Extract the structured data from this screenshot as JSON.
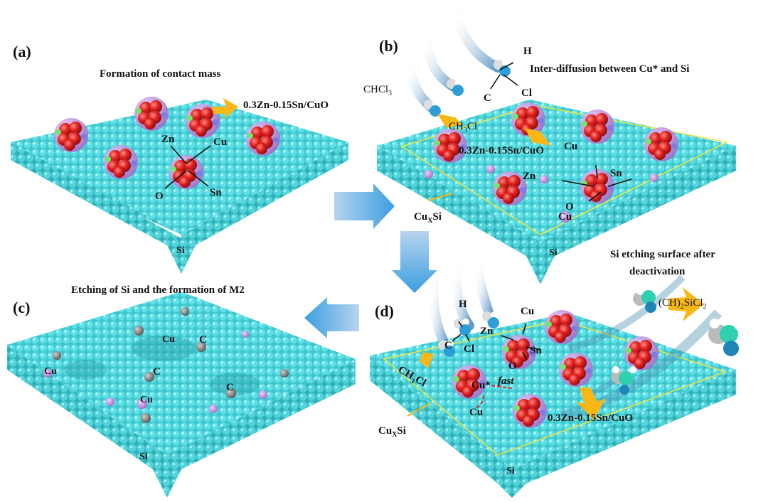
{
  "panels": {
    "a": {
      "label": "(a)",
      "title": "Formation of contact mass",
      "catalyst": "0.3Zn-0.15Sn/CuO",
      "atoms": [
        "Zn",
        "Cu",
        "O",
        "Sn"
      ],
      "substrate": "Si"
    },
    "b": {
      "label": "(b)",
      "title": "Inter-diffusion between Cu* and Si",
      "reactant": "CHCl",
      "reactant_sub": "3",
      "product_pre": "CH",
      "product_sub": "3",
      "product_post": "Cl",
      "molecule_atoms": [
        "H",
        "C",
        "Cl"
      ],
      "catalyst": "0.3Zn-0.15Sn/CuO",
      "atoms": [
        "Cu",
        "Zn",
        "Sn",
        "O"
      ],
      "cu_label": "Cu",
      "alloy_pre": "Cu",
      "alloy_sub": "X",
      "alloy_post": "Si",
      "substrate": "Si"
    },
    "c": {
      "label": "(c)",
      "title": "Etching of Si and the formation of M2",
      "cu_labels": [
        "Cu",
        "Cu",
        "Cu"
      ],
      "c_labels": [
        "C",
        "C",
        "C"
      ],
      "substrate": "Si"
    },
    "d": {
      "label": "(d)",
      "title_line1": "Si etching surface after",
      "title_line2": "deactivation",
      "product_pre": "(CH)",
      "product_sub1": "2",
      "product_mid": "SiCl",
      "product_sub2": "2",
      "ch3cl_pre": "CH",
      "ch3cl_sub": "3",
      "ch3cl_post": "Cl",
      "molecule_atoms": [
        "H",
        "C",
        "Cl"
      ],
      "atoms": [
        "Cu",
        "Zn",
        "Sn",
        "O"
      ],
      "cu_star": "Cu*",
      "fast": "fast",
      "cu_label": "Cu",
      "catalyst": "0.3Zn-0.15Sn/CuO",
      "alloy_pre": "Cu",
      "alloy_sub": "X",
      "alloy_post": "Si",
      "substrate": "Si"
    }
  },
  "colors": {
    "si": "#4fd6dc",
    "cluster": "#e0201e",
    "cu": "#c58be0",
    "arrow_orange": "#fbb714",
    "flow_arrow": "#5aaee6",
    "frame": "#f0e442"
  }
}
